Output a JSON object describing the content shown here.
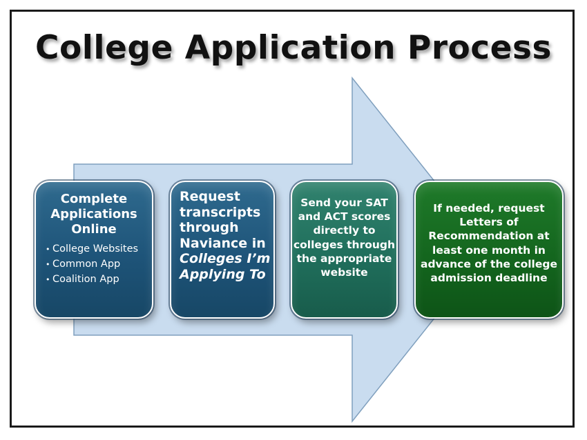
{
  "title": "College Application Process",
  "colors": {
    "arrow_fill": "#c9dcef",
    "arrow_stroke": "#7f9fbd",
    "step1_fill": "#1e5479",
    "step2_fill": "#1e5479",
    "step3_fill": "#206f5c",
    "step4_fill": "#14661e",
    "text": "#ffffff"
  },
  "steps": [
    {
      "heading": "Complete Applications Online",
      "bullets": [
        "College Websites",
        "Common App",
        "Coalition App"
      ]
    },
    {
      "text_plain": "Request transcripts through Naviance in ",
      "text_italic": "Colleges I’m Applying To"
    },
    {
      "text": "Send your SAT and ACT scores directly to colleges through the appropriate website"
    },
    {
      "text": "If needed, request Letters of Recommendation at least one month in advance of the college admission deadline"
    }
  ]
}
